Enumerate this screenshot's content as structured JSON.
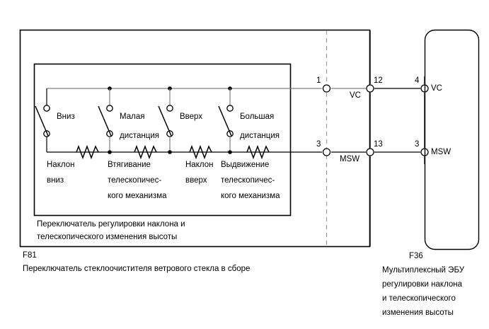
{
  "diagram": {
    "title": "Wiring diagram: tilt and telescopic adjustment switch",
    "outer_box_label_lines": [
      "Переключатель регулировки наклона и",
      "телескопического изменения высоты"
    ],
    "left_component": {
      "code": "F81",
      "name": "Переключатель стеклоочистителя ветрового стекла в сборе"
    },
    "right_component": {
      "code": "F36",
      "name_lines": [
        "Мультиплексный ЭБУ",
        "регулировки наклона",
        "и телескопического",
        "изменения высоты"
      ]
    },
    "switches": [
      {
        "id": "s1",
        "label_lines": [
          "Вниз"
        ]
      },
      {
        "id": "s2",
        "label_lines": [
          "Малая",
          "дистанция"
        ]
      },
      {
        "id": "s3",
        "label_lines": [
          "Вверх"
        ]
      },
      {
        "id": "s4",
        "label_lines": [
          "Большая",
          "дистанция"
        ]
      }
    ],
    "resistors": [
      {
        "id": "r1",
        "label_lines": [
          "Наклон",
          "вниз"
        ]
      },
      {
        "id": "r2",
        "label_lines": [
          "Втягивание",
          "телескопичес-",
          "кого механизма"
        ]
      },
      {
        "id": "r3",
        "label_lines": [
          "Наклон",
          "вверх"
        ]
      },
      {
        "id": "r4",
        "label_lines": [
          "Выдвижение",
          "телескопичес-",
          "кого механизма"
        ]
      }
    ],
    "terminals": [
      {
        "id": "t-left-vc",
        "number": "1",
        "signal": ""
      },
      {
        "id": "t-mid-vc",
        "number": "12",
        "signal": "VC"
      },
      {
        "id": "t-ecu-vc",
        "number": "4",
        "signal": "VC"
      },
      {
        "id": "t-left-msw",
        "number": "3",
        "signal": ""
      },
      {
        "id": "t-mid-msw",
        "number": "13",
        "signal": "MSW"
      },
      {
        "id": "t-ecu-msw",
        "number": "3",
        "signal": "MSW"
      }
    ],
    "colors": {
      "line": "#000000",
      "rail": "#808080",
      "dashed": "#9a9a9a",
      "background": "#ffffff"
    }
  }
}
